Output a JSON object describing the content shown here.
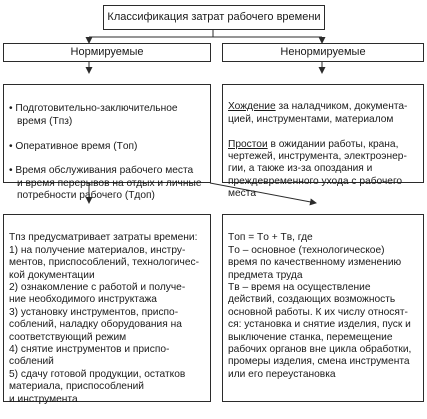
{
  "title": "Классификация затрат рабочего времени",
  "left": {
    "header": "Нормируемые",
    "items": [
      "• Подготовительно-заключительное\nвремя (Tпз)",
      "• Оперативное время (Tоп)",
      "• Время обслуживания рабочего места\nи время перерывов на отдых и личные\nпотребности рабочего (Tдоп)"
    ],
    "detail": "Tпз предусматривает затраты времени:\n1) на получение материалов, инстру-\nментов, приспособлений, технологичес-\nкой документации\n2) ознакомление с работой и получе-\nние необходимого инструктажа\n3) установку инструментов, приспо-\nсоблений, наладку оборудования на\nсоответствующий режим\n4) снятие инструментов и приспо-\nсоблений\n5) сдачу готовой продукции, остатков\nматериала, приспособлений\nи инструмента"
  },
  "right": {
    "header": "Ненормируемые",
    "hozhdenie_word": "Хождение",
    "hozhdenie_rest": " за наладчиком, документа-\nцией, инструментами, материалом",
    "prostoi_word": "Простои",
    "prostoi_rest": " в ожидании работы, крана,\nчертежей, инструмента, электроэнер-\nгии, а также из-за опоздания и\nпреждевременного ухода с рабочего\nместа",
    "detail": "Tоп = Tо + Tв, где\nTо – основное (технологическое)\nвремя по качественному изменению\nпредмета труда\nTв – время на осуществление\nдействий, создающих возможность\nосновной работы. К их числу относят-\nся: установка и снятие изделия, пуск и\nвыключение станка, перемещение\nрабочих органов вне цикла обработки,\nпромеры изделия, смена инструмента\nили его переустановка"
  },
  "colors": {
    "line": "#2b2b2b",
    "background": "#ffffff",
    "text": "#1a1a1a"
  }
}
